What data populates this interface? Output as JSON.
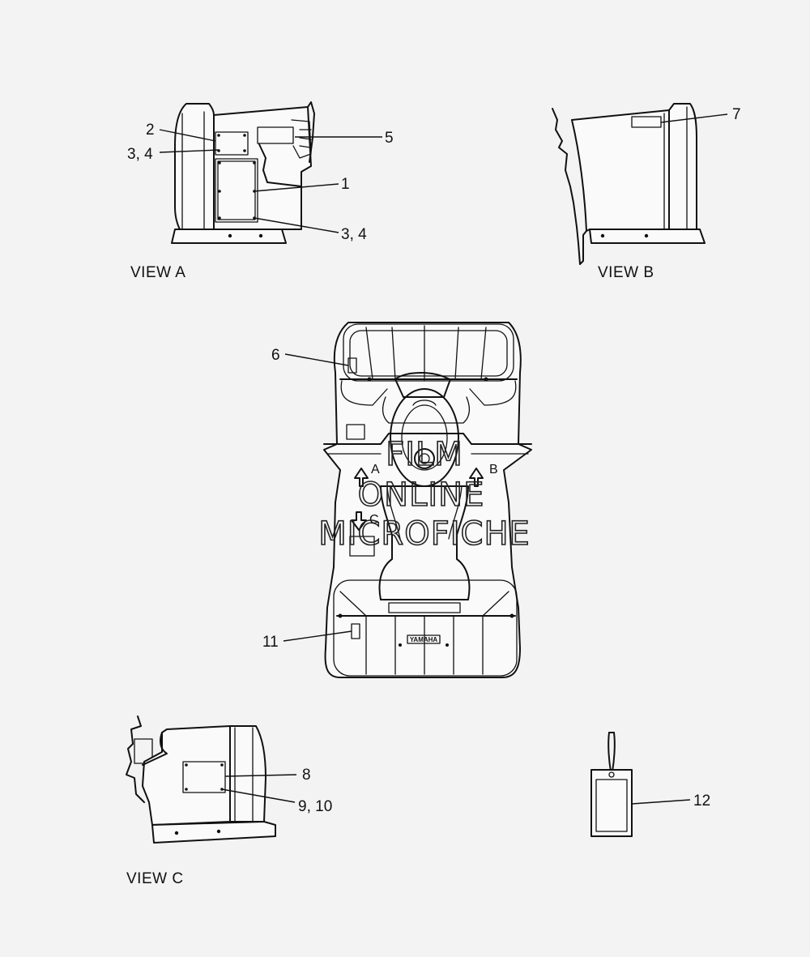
{
  "views": {
    "a": "VIEW A",
    "b": "VIEW B",
    "c": "VIEW C"
  },
  "callouts": {
    "c1": "1",
    "c2": "2",
    "c3_4_top": "3, 4",
    "c3_4_bottom": "3, 4",
    "c5": "5",
    "c6": "6",
    "c7": "7",
    "c8": "8",
    "c9_10": "9, 10",
    "c11": "11",
    "c12": "12"
  },
  "arrows": {
    "a": "A",
    "b": "B",
    "c": "C"
  },
  "watermark": {
    "line1": "FILM",
    "line2": "ONLINE",
    "line3": "MICROFICHE"
  },
  "brand_mark": "YAMAHA"
}
